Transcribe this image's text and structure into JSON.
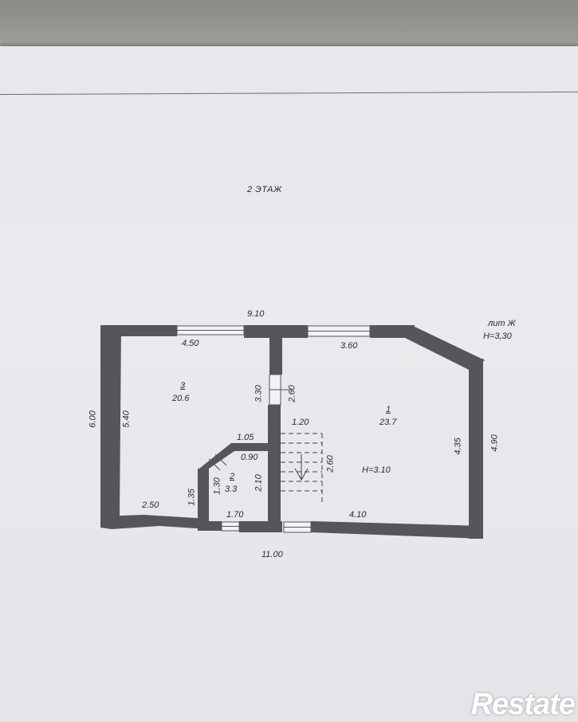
{
  "floor_title": "2 ЭТАЖ",
  "lit_label": "лит Ж",
  "height_total": "H=3,30",
  "room1_height": "H=3.10",
  "rooms": [
    {
      "number": "1",
      "area": "23.7"
    },
    {
      "number": "2",
      "area": "3.3"
    },
    {
      "number": "3",
      "area": "20.6"
    }
  ],
  "dims": {
    "top_total": "9.10",
    "bottom_total": "11.00",
    "left_total": "6.00",
    "right_total": "4.90",
    "r3_width": "4.50",
    "r3_height": "5.40",
    "r1_width": "3.60",
    "r1_right": "4.35",
    "r1_bottom": "4.10",
    "wall_330": "3.30",
    "wall_260a": "2.60",
    "stair_width": "1.20",
    "stair_len": "2.60",
    "r2_top": "1.05",
    "r2_diag": "0.90",
    "r2_left": "1.30",
    "r2_right": "2.10",
    "r2_bottom": "1.70",
    "r3_bottom": "2.50",
    "r3_notch": "1.35"
  },
  "watermark": "Restate"
}
